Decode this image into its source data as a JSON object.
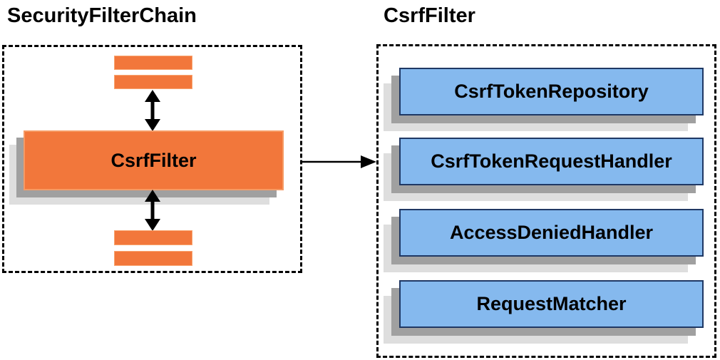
{
  "left_panel": {
    "title": "SecurityFilterChain",
    "filter_label": "CsrfFilter"
  },
  "right_panel": {
    "title": "CsrfFilter",
    "components": [
      {
        "label": "CsrfTokenRepository"
      },
      {
        "label": "CsrfTokenRequestHandler"
      },
      {
        "label": "AccessDeniedHandler"
      },
      {
        "label": "RequestMatcher"
      }
    ]
  },
  "icons": {
    "bidirectional_arrow": "up-down-arrow-icon",
    "flow_arrow": "right-arrow-icon"
  },
  "colors": {
    "orange_fill": "#F2773B",
    "orange_border": "#F69A64",
    "blue_fill": "#85B9EE",
    "blue_border": "#1F3864",
    "shadow_dark": "#A0A0A0",
    "shadow_light": "#DEDEDE",
    "line": "#000000",
    "text": "#000000",
    "background": "#FFFFFF"
  }
}
